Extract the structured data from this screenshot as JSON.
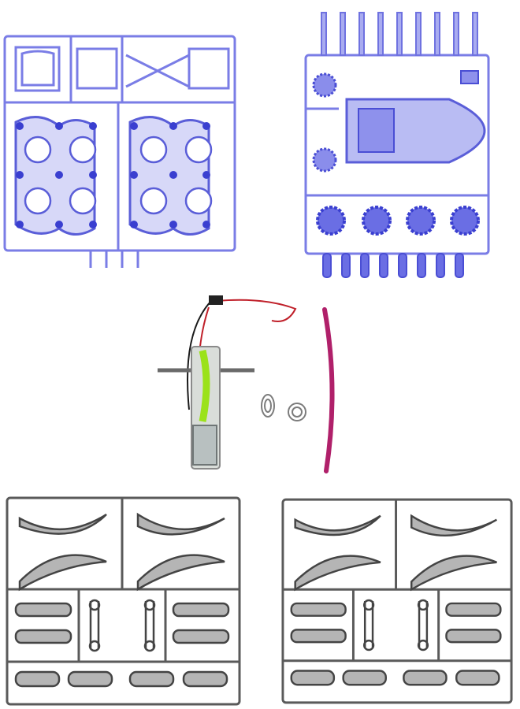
{
  "scene": {
    "subject": "plastic-model-kit-parts",
    "colors": {
      "background": "#ffffff",
      "blue_sprue": "#6f72e0",
      "blue_sprue_fill": "#b9bcf3",
      "blue_dark": "#3a3fd0",
      "gray_sprue": "#5a5a5a",
      "gray_fill": "#bdbdbd",
      "motor_green": "#9be21a",
      "tube_magenta": "#b0206a",
      "wire_red": "#c0202a",
      "metal": "#9a9a9a"
    },
    "parts": [
      {
        "name": "blue-sprue-left"
      },
      {
        "name": "blue-sprue-right"
      },
      {
        "name": "motor-with-wires"
      },
      {
        "name": "battery-contacts"
      },
      {
        "name": "magenta-tube"
      },
      {
        "name": "gray-sprue-left"
      },
      {
        "name": "gray-sprue-right"
      }
    ]
  }
}
